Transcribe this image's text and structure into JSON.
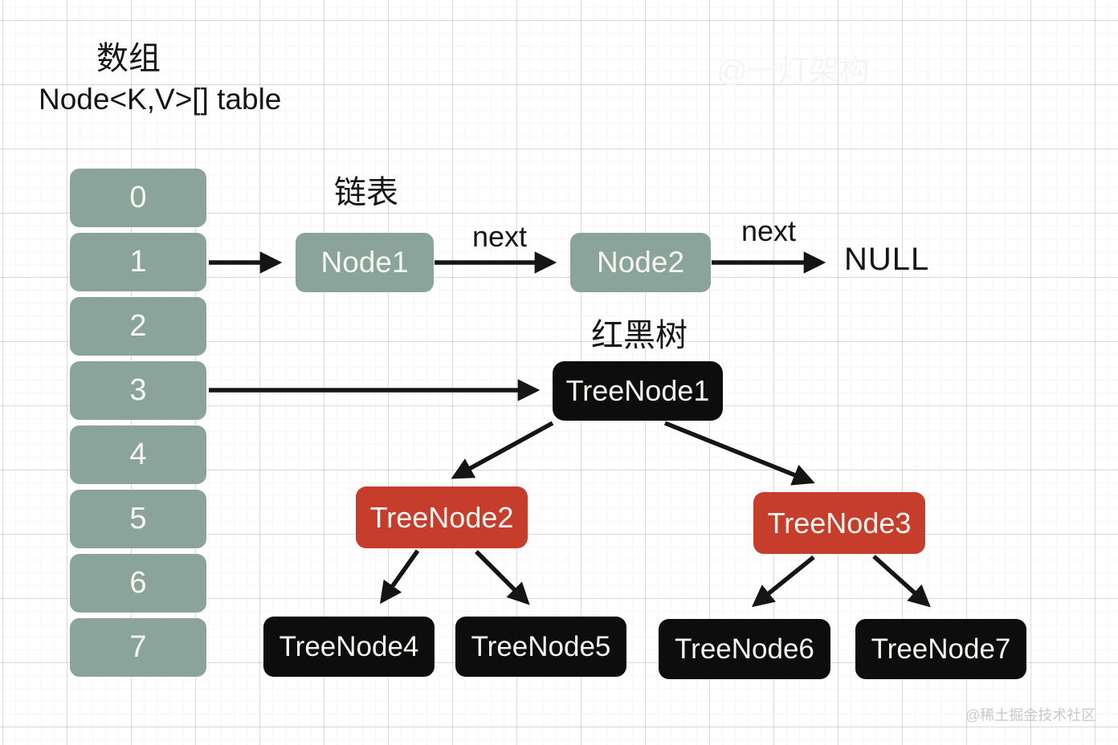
{
  "colors": {
    "sage": "#8BA49B",
    "red": "#C63D2B",
    "node-black": "#0D0D0D",
    "ink": "#151515",
    "box-text": "#F7F5F1",
    "watermark-faint": "#F5F5F6",
    "watermark-gray": "#C9C9CD"
  },
  "array": {
    "title": "数组",
    "type_label": "Node<K,V>[] table",
    "cells": [
      "0",
      "1",
      "2",
      "3",
      "4",
      "5",
      "6",
      "7"
    ]
  },
  "linked_list": {
    "title": "链表",
    "nodes": [
      "Node1",
      "Node2"
    ],
    "edge_label": "next",
    "terminal": "NULL"
  },
  "tree": {
    "title": "红黑树",
    "root": "TreeNode1",
    "children": [
      "TreeNode2",
      "TreeNode3"
    ],
    "leaves": [
      "TreeNode4",
      "TreeNode5",
      "TreeNode6",
      "TreeNode7"
    ]
  },
  "watermarks": {
    "top": "@一灯架构",
    "bottom": "@稀土掘金技术社区"
  }
}
